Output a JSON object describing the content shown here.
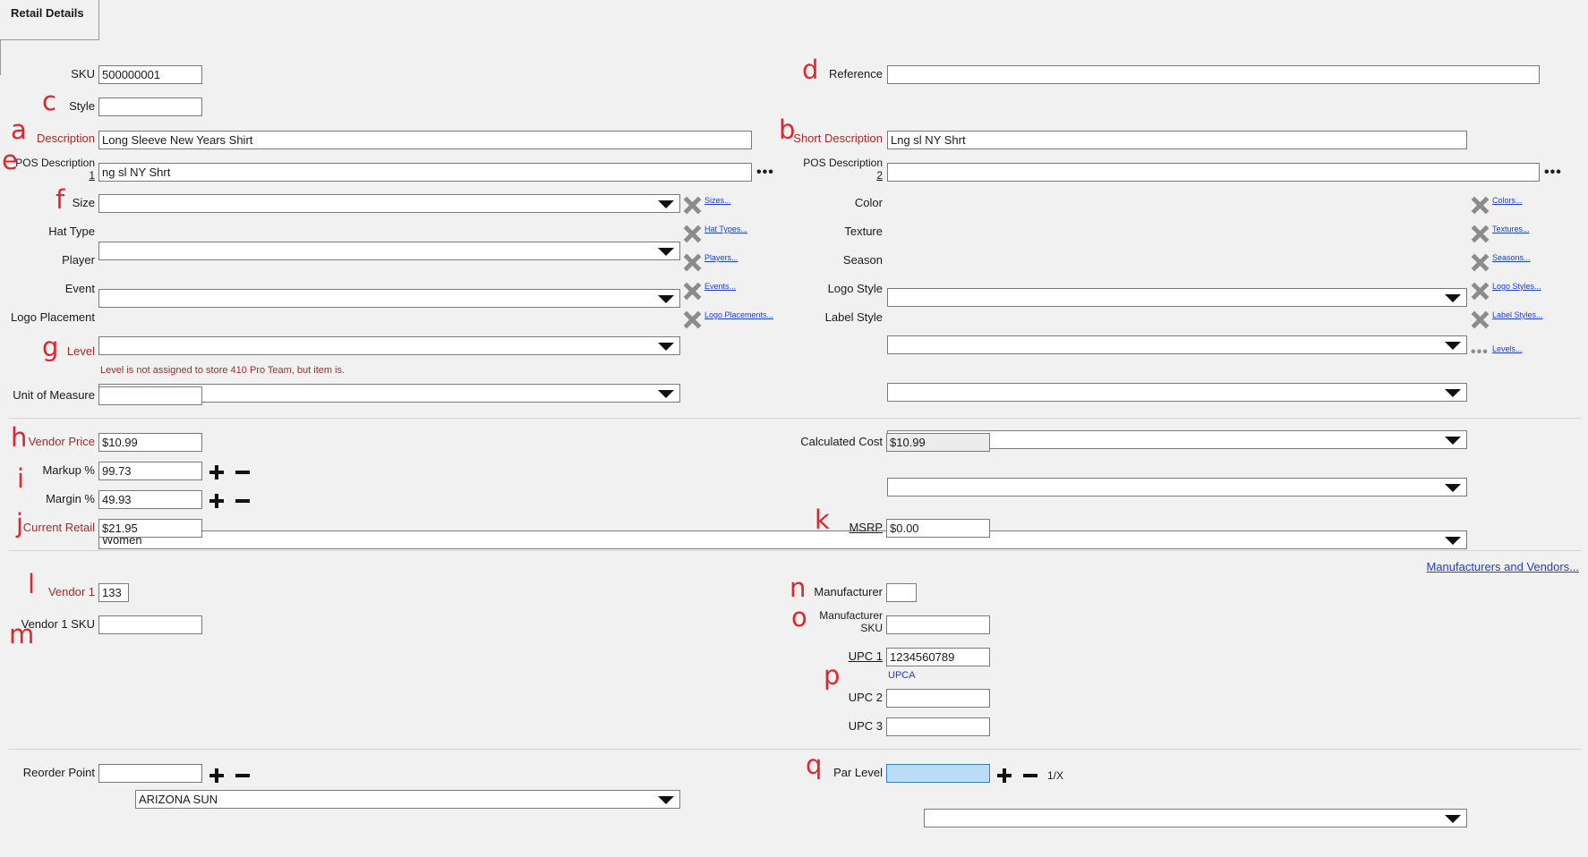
{
  "header": {
    "title": "Retail Details"
  },
  "annotations": [
    "a",
    "b",
    "c",
    "d",
    "e",
    "f",
    "g",
    "h",
    "i",
    "j",
    "k",
    "l",
    "m",
    "n",
    "o",
    "p",
    "q"
  ],
  "fields": {
    "sku": {
      "label": "SKU",
      "value": "500000001"
    },
    "reference": {
      "label": "Reference",
      "value": ""
    },
    "style": {
      "label": "Style",
      "value": ""
    },
    "description": {
      "label": "Description",
      "value": "Long Sleeve New Years Shirt"
    },
    "short_description": {
      "label": "Short Description",
      "value": "Lng sl NY Shrt"
    },
    "pos_description_1": {
      "label_line1": "POS Description",
      "label_line2": "1",
      "value": "ng sl NY Shrt"
    },
    "pos_description_2": {
      "label_line1": "POS Description",
      "label_line2": "2",
      "value": ""
    },
    "ellipsis": "•••"
  },
  "attributes_left": [
    {
      "label": "Size",
      "value": "",
      "link": "Sizes..."
    },
    {
      "label": "Hat Type",
      "value": "",
      "link": "Hat Types..."
    },
    {
      "label": "Player",
      "value": "",
      "link": "Players..."
    },
    {
      "label": "Event",
      "value": "",
      "link": "Events..."
    },
    {
      "label": "Logo Placement",
      "value": "",
      "link": "Logo Placements..."
    }
  ],
  "attributes_right": [
    {
      "label": "Color",
      "value": "",
      "link": "Colors..."
    },
    {
      "label": "Texture",
      "value": "",
      "link": "Textures..."
    },
    {
      "label": "Season",
      "value": "",
      "link": "Seasons..."
    },
    {
      "label": "Logo Style",
      "value": "",
      "link": "Logo Styles..."
    },
    {
      "label": "Label Style",
      "value": "",
      "link": "Label Styles..."
    }
  ],
  "level": {
    "label": "Level",
    "value": "Women",
    "link": "Levels...",
    "warning": "Level is not assigned to store 410 Pro Team, but item is."
  },
  "unit_of_measure": {
    "label": "Unit of Measure",
    "value": ""
  },
  "pricing": {
    "vendor_price": {
      "label": "Vendor Price",
      "value": "$10.99"
    },
    "calculated_cost": {
      "label": "Calculated Cost",
      "value": "$10.99"
    },
    "markup": {
      "label": "Markup %",
      "value": "99.73"
    },
    "margin": {
      "label": "Margin %",
      "value": "49.93"
    },
    "current_retail": {
      "label": "Current Retail",
      "value": "$21.95"
    },
    "msrp": {
      "label": "MSRP",
      "value": "$0.00"
    }
  },
  "vendors": {
    "link": "Manufacturers and Vendors...",
    "vendor1": {
      "label": "Vendor 1",
      "code": "133",
      "name": "ARIZONA SUN"
    },
    "vendor1_sku": {
      "label": "Vendor 1 SKU",
      "value": ""
    },
    "manufacturer": {
      "label": "Manufacturer",
      "code": "",
      "name": ""
    },
    "manufacturer_sku": {
      "label_line1": "Manufacturer",
      "label_line2": "SKU",
      "value": ""
    },
    "upc1": {
      "label": "UPC 1",
      "value": "1234560789",
      "type": "UPCA"
    },
    "upc2": {
      "label": "UPC 2",
      "value": ""
    },
    "upc3": {
      "label": "UPC 3",
      "value": ""
    }
  },
  "reorder": {
    "reorder_point": {
      "label": "Reorder Point",
      "value": ""
    },
    "par_level": {
      "label": "Par Level",
      "value": "",
      "suffix": "1/X"
    }
  }
}
